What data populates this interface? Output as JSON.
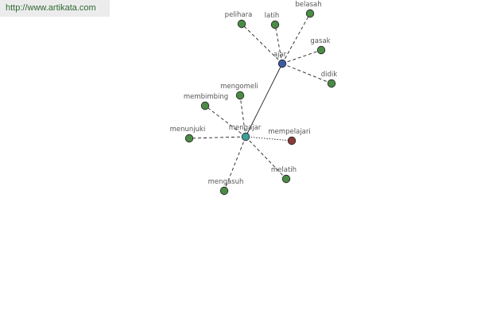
{
  "site": {
    "url": "http://www.artikata.com"
  },
  "colors": {
    "word": "#4a8b46",
    "hub_blue": "#3f5aa2",
    "hub_teal": "#3d9f98",
    "related": "#8b3a3a",
    "edge": "#222222",
    "label": "#555555"
  },
  "graph": {
    "nodes": [
      {
        "id": "ajar",
        "label": "ajar",
        "kind": "hub_blue"
      },
      {
        "id": "mengajar",
        "label": "mengajar",
        "kind": "hub_teal"
      },
      {
        "id": "pelihara",
        "label": "pelihara",
        "kind": "word"
      },
      {
        "id": "latih",
        "label": "latih",
        "kind": "word"
      },
      {
        "id": "belasah",
        "label": "belasah",
        "kind": "word"
      },
      {
        "id": "gasak",
        "label": "gasak",
        "kind": "word"
      },
      {
        "id": "didik",
        "label": "didik",
        "kind": "word"
      },
      {
        "id": "mengomeli",
        "label": "mengomeli",
        "kind": "word"
      },
      {
        "id": "membimbing",
        "label": "membimbing",
        "kind": "word"
      },
      {
        "id": "menunjuki",
        "label": "menunjuki",
        "kind": "word"
      },
      {
        "id": "mempelajari",
        "label": "mempelajari",
        "kind": "related"
      },
      {
        "id": "melatih",
        "label": "melatih",
        "kind": "word"
      },
      {
        "id": "mengasuh",
        "label": "mengasuh",
        "kind": "word"
      }
    ],
    "edges": [
      {
        "from": "ajar",
        "to": "mengajar",
        "style": "solid"
      },
      {
        "from": "ajar",
        "to": "pelihara",
        "style": "dashed"
      },
      {
        "from": "ajar",
        "to": "latih",
        "style": "dashed"
      },
      {
        "from": "ajar",
        "to": "belasah",
        "style": "dashed"
      },
      {
        "from": "ajar",
        "to": "gasak",
        "style": "dashed"
      },
      {
        "from": "ajar",
        "to": "didik",
        "style": "dashed"
      },
      {
        "from": "mengajar",
        "to": "mengomeli",
        "style": "dashed"
      },
      {
        "from": "mengajar",
        "to": "membimbing",
        "style": "dashed"
      },
      {
        "from": "mengajar",
        "to": "menunjuki",
        "style": "dashed"
      },
      {
        "from": "mengajar",
        "to": "mempelajari",
        "style": "dotted"
      },
      {
        "from": "mengajar",
        "to": "melatih",
        "style": "dashed"
      },
      {
        "from": "mengajar",
        "to": "mengasuh",
        "style": "dashed"
      }
    ]
  }
}
